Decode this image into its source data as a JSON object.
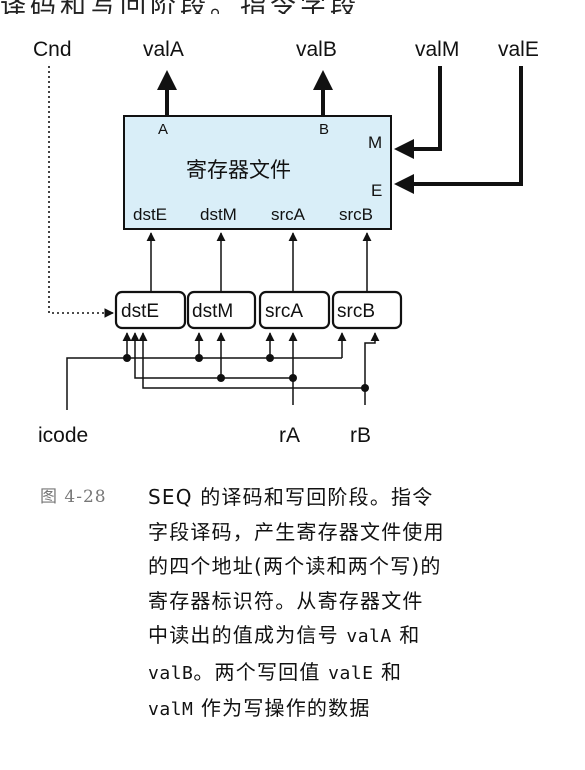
{
  "top_strip": "译码和写回阶段。指令字段",
  "diagram": {
    "outputs": {
      "cnd": "Cnd",
      "valA": "valA",
      "valB": "valB",
      "valM": "valM",
      "valE": "valE"
    },
    "register_file": {
      "title": "寄存器文件",
      "ports": {
        "A": "A",
        "B": "B",
        "M": "M",
        "E": "E"
      },
      "inputs": {
        "dstE": "dstE",
        "dstM": "dstM",
        "srcA": "srcA",
        "srcB": "srcB"
      }
    },
    "selector_boxes": [
      "dstE",
      "dstM",
      "srcA",
      "srcB"
    ],
    "bottom_inputs": {
      "icode": "icode",
      "rA": "rA",
      "rB": "rB"
    },
    "colors": {
      "register_file_fill": "#d9eef8",
      "line": "#111111",
      "box_fill": "#ffffff"
    }
  },
  "caption": {
    "figure_number": "图 4-28",
    "line1": "SEQ 的译码和写回阶段。指令",
    "line2": "字段译码，产生寄存器文件使用",
    "line3": "的四个地址(两个读和两个写)的",
    "line4": "寄存器标识符。从寄存器文件",
    "line5_pre": "中读出的值成为信号 ",
    "line5_code": "valA",
    "line5_post": " 和",
    "line6_code1": "valB",
    "line6_mid": "。两个写回值 ",
    "line6_code2": "valE",
    "line6_post": " 和",
    "line7_code": "valM",
    "line7_post": " 作为写操作的数据"
  }
}
